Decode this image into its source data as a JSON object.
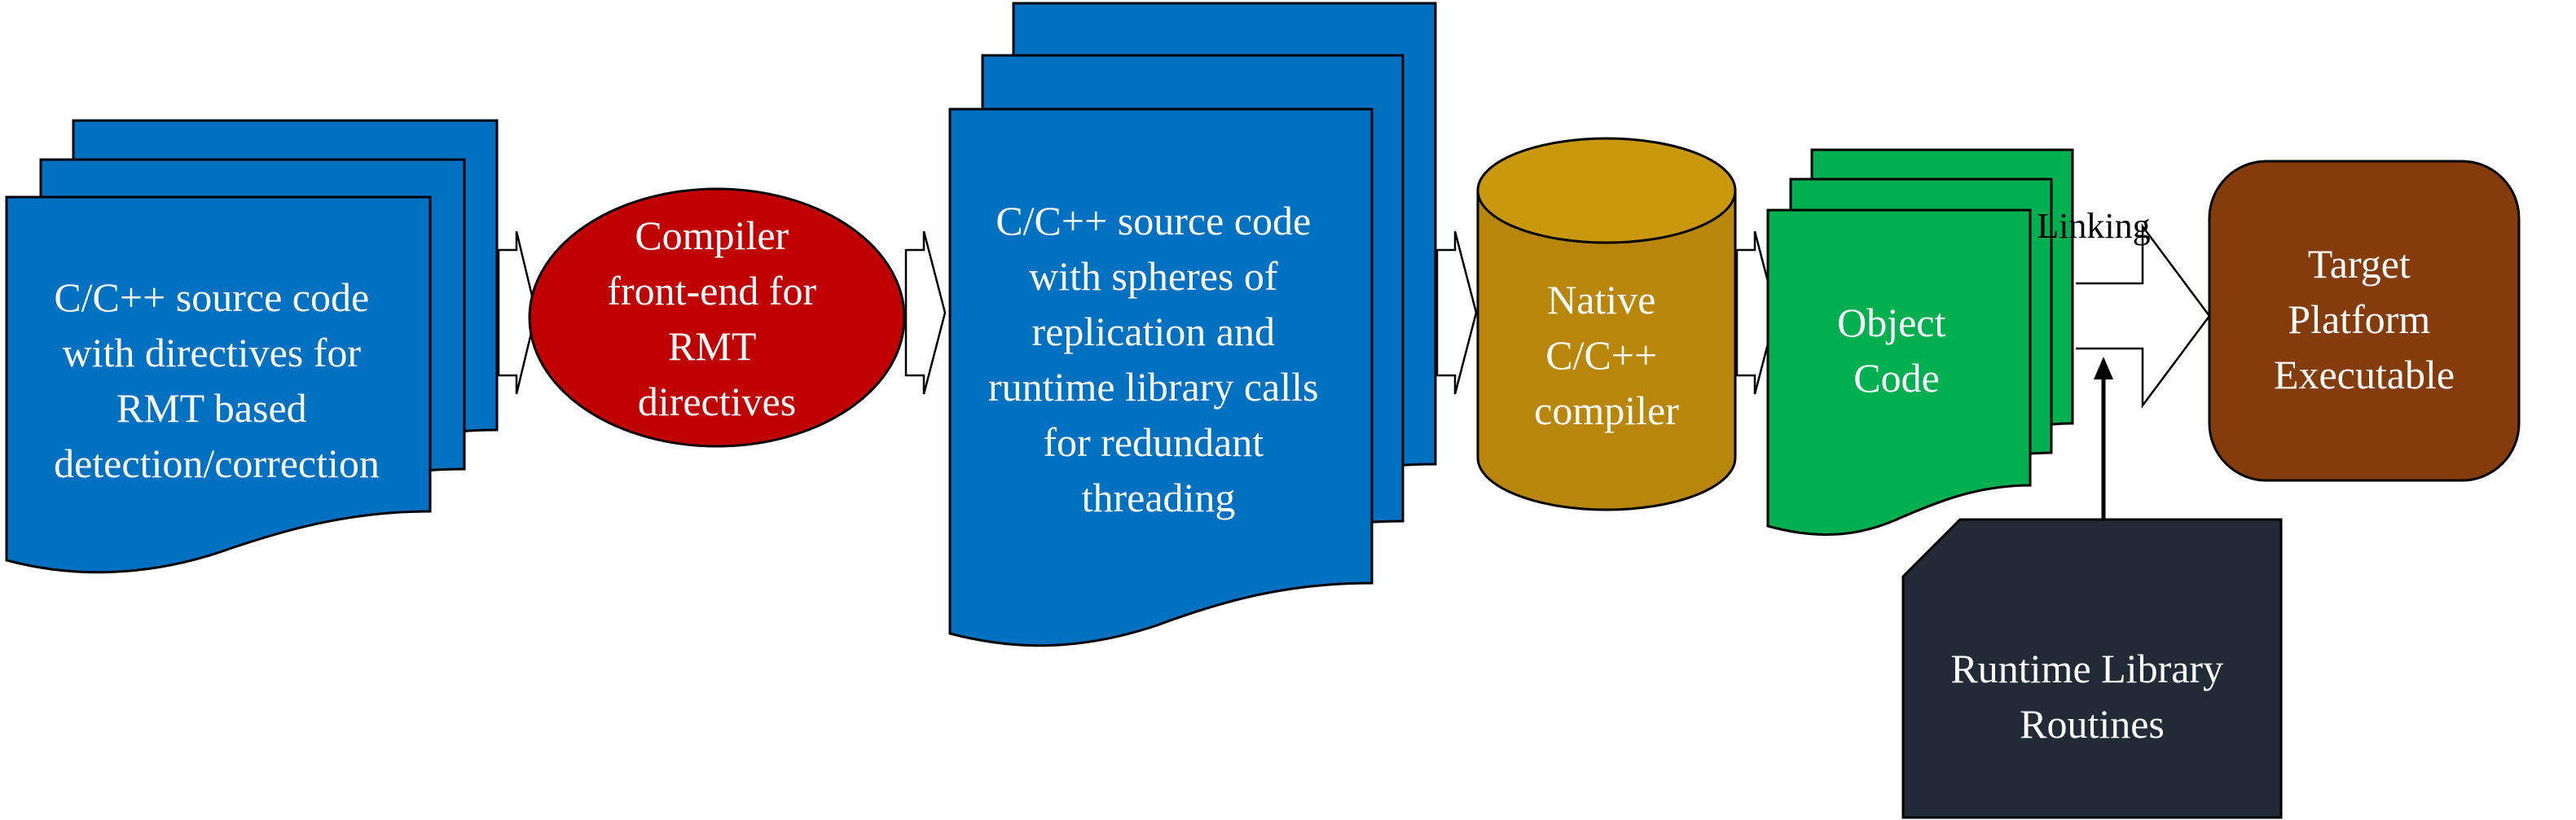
{
  "nodes": {
    "source": {
      "lines": [
        "C/C++ source code",
        "with directives for",
        "RMT based",
        "detection/correction"
      ],
      "color": "#0070C0"
    },
    "frontend": {
      "lines": [
        "Compiler",
        "front-end for",
        "RMT",
        "directives"
      ],
      "color": "#C00000"
    },
    "transformed": {
      "lines": [
        "C/C++ source code",
        "with spheres of",
        "replication and",
        "runtime library calls",
        "for redundant",
        "threading"
      ],
      "color": "#0070C0"
    },
    "native": {
      "lines": [
        "Native",
        "C/C++",
        "compiler"
      ],
      "color": "#B8860B"
    },
    "object": {
      "lines": [
        "Object",
        "Code"
      ],
      "color": "#00B050"
    },
    "executable": {
      "lines": [
        "Target",
        "Platform",
        "Executable"
      ],
      "color": "#843C0C"
    },
    "runtime": {
      "lines": [
        "Runtime Library",
        "Routines"
      ],
      "color": "#222A35"
    }
  },
  "edges": {
    "linking_label": "Linking"
  }
}
